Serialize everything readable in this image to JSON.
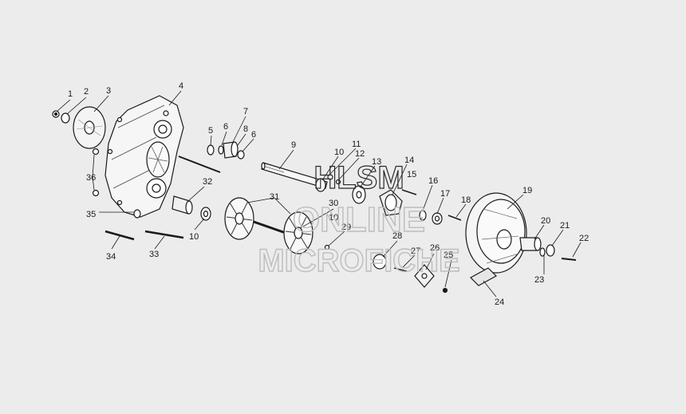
{
  "watermark": {
    "line1": "HLSM",
    "line2": "ONLINE",
    "line3": "MICROFICHE"
  },
  "part_numbers": [
    "1",
    "2",
    "3",
    "4",
    "5",
    "6",
    "7",
    "8",
    "6",
    "9",
    "10",
    "11",
    "12",
    "13",
    "14",
    "15",
    "16",
    "17",
    "18",
    "19",
    "20",
    "21",
    "22",
    "23",
    "24",
    "25",
    "26",
    "27",
    "28",
    "29",
    "30",
    "31",
    "32",
    "10",
    "33",
    "34",
    "35",
    "36",
    "10"
  ],
  "colors": {
    "background": "#ececec",
    "line": "#1a1a1a",
    "watermark": "#c9c9c9"
  }
}
